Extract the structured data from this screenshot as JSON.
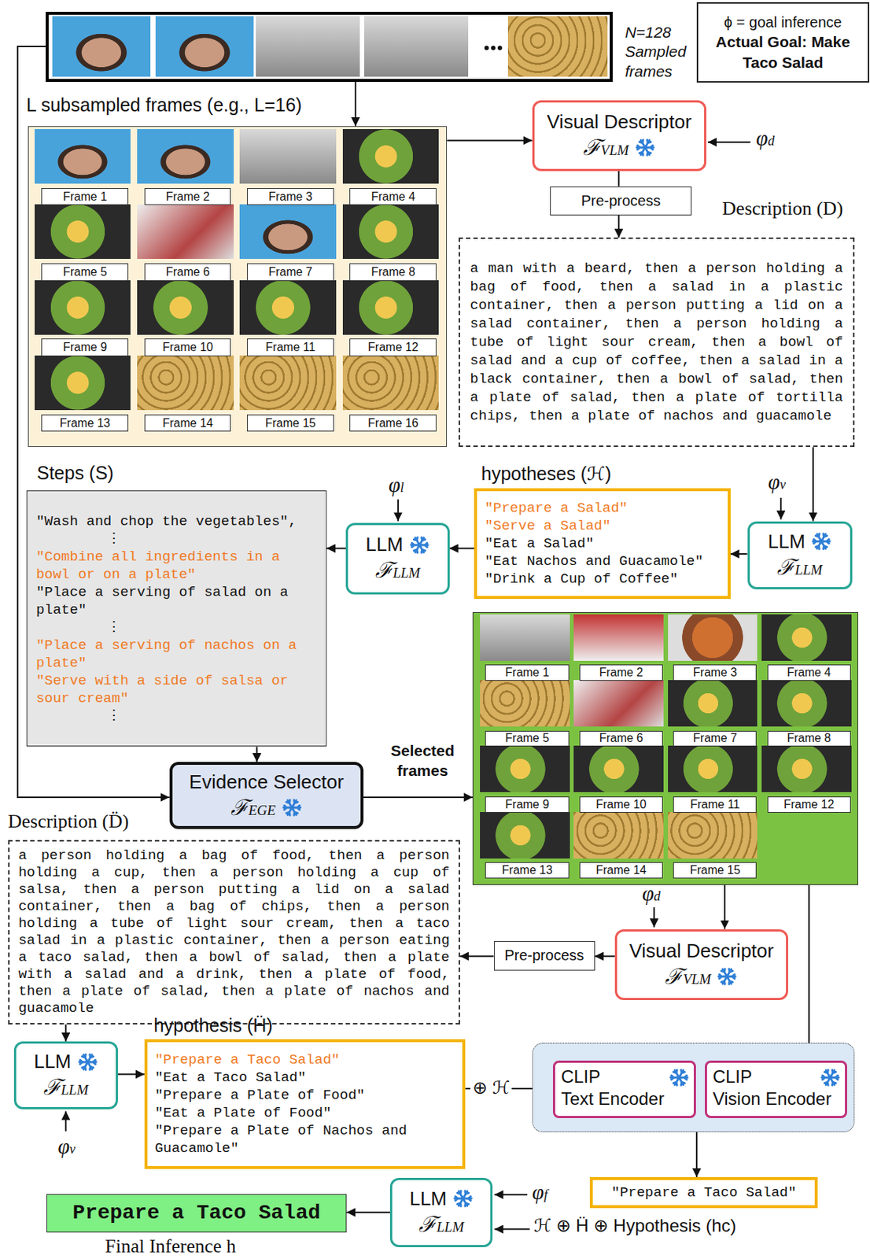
{
  "diagram": {
    "nodes": [
      {
        "text": [
          "N=128 Sampled frames"
        ]
      },
      {
        "text": [
          "ϕ = goal inference",
          "Actual Goal: Make Taco Salad"
        ]
      },
      {
        "text": [
          "L subsampled frames (e.g., L=16)"
        ]
      },
      {
        "text": [
          "Frame 1"
        ],
        "in": 2
      },
      {
        "text": [
          "Frame 2"
        ],
        "in": 2
      },
      {
        "text": [
          "Frame 3"
        ],
        "in": 2
      },
      {
        "text": [
          "Frame 4"
        ],
        "in": 2
      },
      {
        "text": [
          "Frame 5"
        ],
        "in": 2
      },
      {
        "text": [
          "Frame 6"
        ],
        "in": 2
      },
      {
        "text": [
          "Frame 7"
        ],
        "in": 2
      },
      {
        "text": [
          "Frame 8"
        ],
        "in": 2
      },
      {
        "text": [
          "Frame 9"
        ],
        "in": 2
      },
      {
        "text": [
          "Frame 10"
        ],
        "in": 2
      },
      {
        "text": [
          "Frame 11"
        ],
        "in": 2
      },
      {
        "text": [
          "Frame 12"
        ],
        "in": 2
      },
      {
        "text": [
          "Frame 13"
        ],
        "in": 2
      },
      {
        "text": [
          "Frame 14"
        ],
        "in": 2
      },
      {
        "text": [
          "Frame 15"
        ],
        "in": 2
      },
      {
        "text": [
          "Frame 16"
        ],
        "in": 2
      },
      {
        "text": [
          "Visual Descriptor",
          "ℱVLM"
        ]
      },
      {
        "text": [
          "Pre-process"
        ]
      },
      {
        "text": [
          "Description (D)",
          "a man with a beard, then a person holding a bag of food, then a salad in a plastic container, then a person putting a lid on a salad container, then a person holding a tube of light sour cream, then a bowl of salad and a cup of coffee, then a salad in a black container, then a bowl of salad, then a plate of salad, then a plate of tortilla chips, then a plate of nachos and guacamole"
        ]
      },
      {
        "text": [
          "Steps (S)",
          "\"Wash and chop the vegetables\",",
          "⋮",
          "\"Combine all ingredients in a bowl or on a plate\"",
          "\"Place a serving of salad on a plate\"",
          "⋮",
          "\"Place a serving of nachos on a plate\"",
          "\"Serve with a side of salsa or sour cream\"",
          "⋮"
        ]
      },
      {
        "text": [
          "LLM",
          "ℱLLM"
        ]
      },
      {
        "text": [
          "hypotheses (ℋ)",
          "\"Prepare a Salad\"",
          "\"Serve a Salad\"",
          "\"Eat a Salad\"",
          "\"Eat Nachos and Guacamole\"",
          "\"Drink a Cup of Coffee\""
        ]
      },
      {
        "text": [
          "LLM",
          "ℱLLM"
        ]
      },
      {
        "text": []
      },
      {
        "text": [
          "Frame 1"
        ],
        "in": 26
      },
      {
        "text": [
          "Frame 2"
        ],
        "in": 26
      },
      {
        "text": [
          "Frame 3"
        ],
        "in": 26
      },
      {
        "text": [
          "Frame 4"
        ],
        "in": 26
      },
      {
        "text": [
          "Frame 5"
        ],
        "in": 26
      },
      {
        "text": [
          "Frame 6"
        ],
        "in": 26
      },
      {
        "text": [
          "Frame 7"
        ],
        "in": 26
      },
      {
        "text": [
          "Frame 8"
        ],
        "in": 26
      },
      {
        "text": [
          "Frame 9"
        ],
        "in": 26
      },
      {
        "text": [
          "Frame 10"
        ],
        "in": 26
      },
      {
        "text": [
          "Frame 11"
        ],
        "in": 26
      },
      {
        "text": [
          "Frame 12"
        ],
        "in": 26
      },
      {
        "text": [
          "Frame 13"
        ],
        "in": 26
      },
      {
        "text": [
          "Frame 14"
        ],
        "in": 26
      },
      {
        "text": [
          "Frame 15"
        ],
        "in": 26
      },
      {
        "text": [
          "Evidence Selector",
          "ℱEGE"
        ]
      },
      {
        "text": [
          "Description (D̈)",
          "a person holding a bag of food, then a person holding a cup, then a person holding a cup of salsa, then a person putting a lid on a salad container, then a bag of chips, then a person holding a tube of light sour cream, then a taco salad in a plastic container, then a person eating a taco salad, then a bowl of salad, then a plate with a salad and a drink, then a plate of food, then a plate of salad, then a plate of nachos and guacamole"
        ]
      },
      {
        "text": [
          "Visual Descriptor",
          "ℱVLM"
        ]
      },
      {
        "text": [
          "Pre-process"
        ]
      },
      {
        "text": [
          "LLM",
          "ℱLLM"
        ]
      },
      {
        "text": [
          "hypothesis (Ḧ)",
          "\"Prepare a Taco Salad\"",
          "\"Eat a Taco Salad\"",
          "\"Prepare a Plate of Food\"",
          "\"Eat a Plate of Food\"",
          "\"Prepare a Plate of Nachos and Guacamole\""
        ]
      },
      {
        "text": []
      },
      {
        "text": [
          "CLIP Text Encoder"
        ],
        "in": 48
      },
      {
        "text": [
          "CLIP Vision Encoder"
        ],
        "in": 48
      },
      {
        "text": [
          "\"Prepare a Taco Salad\""
        ]
      },
      {
        "text": [
          "LLM",
          "ℱLLM"
        ]
      },
      {
        "text": [
          "Prepare a Taco Salad",
          "Final Inference h"
        ]
      }
    ],
    "edges": [
      {
        "from": 0,
        "to": 2,
        "arrow": "to"
      },
      {
        "from": 0,
        "to": 42,
        "arrow": "to"
      },
      {
        "from": 2,
        "to": 19,
        "arrow": "to"
      },
      {
        "from": 19,
        "to": 20,
        "arrow": "none"
      },
      {
        "from": 20,
        "to": 21,
        "arrow": "to"
      },
      {
        "from": 21,
        "to": 25,
        "arrow": "to"
      },
      {
        "from": 25,
        "to": 24,
        "arrow": "to"
      },
      {
        "from": 24,
        "to": 23,
        "arrow": "to"
      },
      {
        "from": 23,
        "to": 22,
        "arrow": "to"
      },
      {
        "from": 22,
        "to": 42,
        "arrow": "to"
      },
      {
        "from": 42,
        "to": 26,
        "arrow": "to",
        "label": "Selected frames"
      },
      {
        "from": 26,
        "to": 44,
        "arrow": "to"
      },
      {
        "from": 44,
        "to": 45,
        "arrow": "to"
      },
      {
        "from": 45,
        "to": 43,
        "arrow": "to"
      },
      {
        "from": 43,
        "to": 46,
        "arrow": "to"
      },
      {
        "from": 46,
        "to": 47,
        "arrow": "to"
      },
      {
        "from": 47,
        "to": 49,
        "arrow": "to",
        "label": "⊕ ℋ"
      },
      {
        "from": 26,
        "to": 50,
        "arrow": "to"
      },
      {
        "from": 48,
        "to": 51,
        "arrow": "to"
      },
      {
        "from": 52,
        "to": 53,
        "arrow": "to"
      }
    ],
    "labels": [
      "φd",
      "φv",
      "φl",
      "φd",
      "φv",
      "φf",
      "ℋ ⊕ Ḧ ⊕ Hypothesis (hc)"
    ]
  }
}
